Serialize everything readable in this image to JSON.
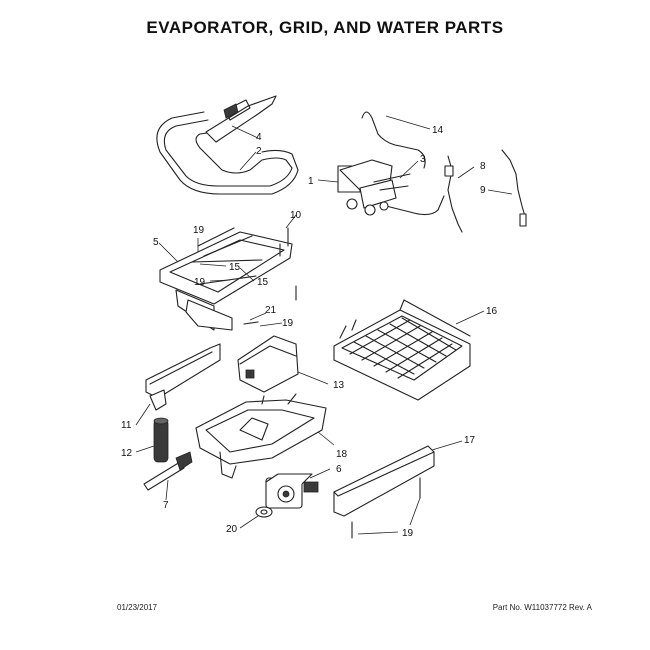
{
  "title": "EVAPORATOR, GRID, AND WATER PARTS",
  "footer": {
    "date": "01/23/2017",
    "part_no": "Part No. W11037772  Rev. A"
  },
  "callouts": {
    "c1": "1",
    "c2": "2",
    "c3": "3",
    "c4": "4",
    "c5": "5",
    "c6": "6",
    "c7": "7",
    "c8": "8",
    "c9": "9",
    "c10": "10",
    "c11": "11",
    "c12": "12",
    "c13": "13",
    "c14": "14",
    "c15a": "15",
    "c15b": "15",
    "c16": "16",
    "c17": "17",
    "c18": "18",
    "c19a": "19",
    "c19b": "19",
    "c19c": "19",
    "c19d": "19",
    "c20": "20",
    "c21": "21"
  }
}
